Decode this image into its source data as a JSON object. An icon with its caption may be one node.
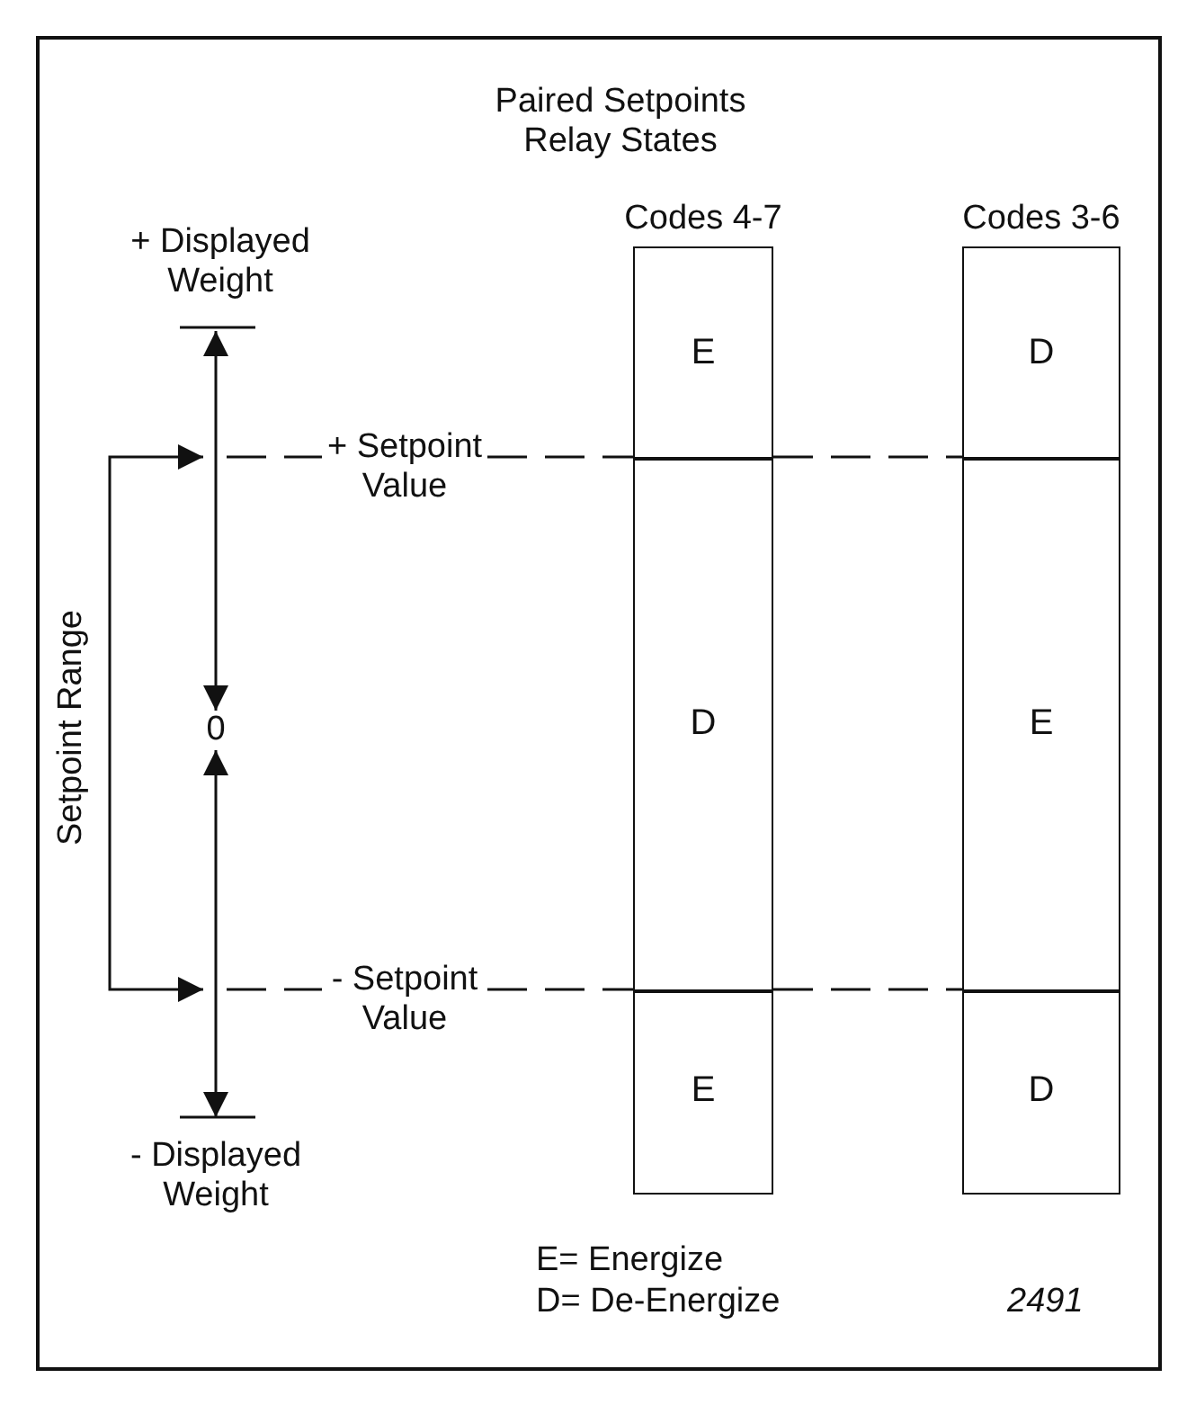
{
  "diagram": {
    "title": "Paired Setpoints Relay States",
    "nodes": [
      {
        "text": [
          "+ Displayed Weight"
        ]
      },
      {
        "text": [
          "+ Setpoint Value"
        ]
      },
      {
        "text": [
          "Setpoint Range"
        ]
      },
      {
        "text": [
          "0"
        ]
      },
      {
        "text": [
          "- Setpoint Value"
        ]
      },
      {
        "text": [
          "- Displayed Weight"
        ]
      },
      {
        "text": [
          "Codes 4-7"
        ]
      },
      {
        "text": [
          "E"
        ],
        "in": 6
      },
      {
        "text": [
          "D"
        ],
        "in": 6
      },
      {
        "text": [
          "E"
        ],
        "in": 6
      },
      {
        "text": [
          "Codes 3-6"
        ]
      },
      {
        "text": [
          "D"
        ],
        "in": 10
      },
      {
        "text": [
          "E"
        ],
        "in": 10
      },
      {
        "text": [
          "D"
        ],
        "in": 10
      }
    ],
    "edges": [
      {
        "from": 3,
        "to": 0,
        "arrow": "both"
      },
      {
        "from": 3,
        "to": 5,
        "arrow": "both"
      },
      {
        "from": 2,
        "to": null,
        "arrow": "to"
      },
      {
        "from": 2,
        "to": null,
        "arrow": "to"
      },
      {
        "from": null,
        "to": 1,
        "arrow": "none",
        "style": "dashed"
      },
      {
        "from": 1,
        "to": 6,
        "arrow": "none",
        "style": "dashed"
      },
      {
        "from": 6,
        "to": 10,
        "arrow": "none",
        "style": "dashed"
      },
      {
        "from": null,
        "to": 4,
        "arrow": "none",
        "style": "dashed"
      },
      {
        "from": 4,
        "to": 6,
        "arrow": "none",
        "style": "dashed"
      },
      {
        "from": 6,
        "to": 10,
        "arrow": "none",
        "style": "dashed"
      }
    ],
    "labels": [
      "E= Energize",
      "D= De-Energize",
      "2491"
    ]
  }
}
